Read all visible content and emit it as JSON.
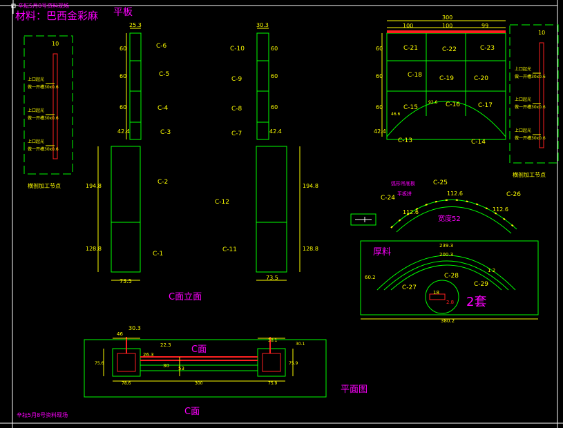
{
  "colors": {
    "background": "#000000",
    "frame": "#ffffff",
    "outline": "#00ff00",
    "dim": "#ffff00",
    "label": "#ffff00",
    "title": "#ff00ff",
    "detail": "#ff2020"
  },
  "header": {
    "tag": "辛耘5月8号资料现场",
    "material": "材料：巴西金彩麻",
    "plate": "平板"
  },
  "elevation": {
    "title": "C面立面",
    "left": {
      "top_width": "25.3",
      "rows": [
        "60",
        "60",
        "60",
        "42.4"
      ],
      "labels": [
        "C-6",
        "C-5",
        "C-4",
        "C-3"
      ],
      "tall_rows": [
        "194.8",
        "128.8"
      ],
      "tall_labels": [
        "C-2",
        "C-1"
      ],
      "bottom_width": "73.5"
    },
    "center_label": "C-12",
    "right": {
      "top_width": "30.3",
      "rows": [
        "60",
        "60",
        "60",
        "42.4"
      ],
      "labels": [
        "C-10",
        "C-9",
        "C-8",
        "C-7"
      ],
      "tall_rows": [
        "194.8",
        "128.8"
      ],
      "tall_labels": [
        "C-12",
        "C-11"
      ],
      "bottom_width": "73.5"
    }
  },
  "arch_panel": {
    "total_width": "300",
    "col_widths": [
      "100",
      "100",
      "99"
    ],
    "rows": [
      "60",
      "60",
      "60",
      "42.4"
    ],
    "row1": [
      "C-21",
      "C-22",
      "C-23"
    ],
    "row2": [
      "C-18",
      "C-19",
      "C-20"
    ],
    "row3": [
      "C-15",
      "C-16",
      "C-17"
    ],
    "small_a": "46.6",
    "small_b": "92.6",
    "bottom": [
      "C-13",
      "C-14"
    ]
  },
  "side_details": {
    "width": "10",
    "notes": [
      "上口起光",
      "做一开槽30x0.6",
      "上口起光",
      "做一开槽30x0.6",
      "上口起光",
      "做一开槽30x0.6"
    ],
    "caption": "横剖加工节点"
  },
  "arch_strip": {
    "label_top": "C-25",
    "label_left": "C-24",
    "label_right": "C-26",
    "note1": "弧形吊底板",
    "note2": "平板拼",
    "dims": [
      "112.6",
      "112.6",
      "112.6"
    ],
    "width_note": "宽度52"
  },
  "thick_box": {
    "title": "厚料",
    "labels": [
      "C-27",
      "C-28",
      "C-29"
    ],
    "dims": [
      "239.3",
      "60.2",
      "200.3",
      "1 2"
    ],
    "circle_dims": [
      "18",
      "2.8"
    ],
    "bottom_width": "380.2",
    "sets": "2套"
  },
  "plan": {
    "title": "平面图",
    "c_label": "C面",
    "dims_top": [
      "46",
      "30.3",
      "22.3",
      "26.3",
      "30.1"
    ],
    "dims_mid": [
      "30",
      "53",
      "75.6",
      "75.9",
      "30.1"
    ],
    "dims_bottom": [
      "78.6",
      "300",
      "75.9"
    ]
  },
  "footer": {
    "tag": "辛耘5月8号资料现场",
    "label": "C面"
  }
}
